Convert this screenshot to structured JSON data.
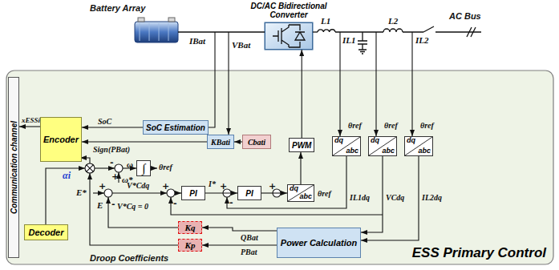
{
  "diagram": {
    "nodes": [
      {
        "text": [
          "DC/AC Bidirectional Converter"
        ]
      },
      {
        "text": [
          "ESS Primary Control"
        ]
      },
      {
        "text": [
          "Communication channel"
        ],
        "in": 1
      },
      {
        "text": [
          "Encoder"
        ],
        "in": 1
      },
      {
        "text": [
          "SoC Estimation"
        ],
        "in": 1
      },
      {
        "text": [
          "KBati"
        ],
        "in": 1
      },
      {
        "text": [
          "Cbati"
        ],
        "in": 1
      },
      {
        "text": [
          "Decoder"
        ],
        "in": 1
      },
      {
        "text": [
          "∫"
        ],
        "in": 1
      },
      {
        "text": [
          "PI"
        ],
        "in": 1
      },
      {
        "text": [
          "PI"
        ],
        "in": 1
      },
      {
        "text": [
          "dq",
          "abc"
        ],
        "in": 1
      },
      {
        "text": [
          "PWM"
        ],
        "in": 1
      },
      {
        "text": [
          "dq",
          "abc"
        ],
        "in": 1
      },
      {
        "text": [
          "dq",
          "abc"
        ],
        "in": 1
      },
      {
        "text": [
          "dq",
          "abc"
        ],
        "in": 1
      },
      {
        "text": [
          "Power Calculation"
        ],
        "in": 1
      },
      {
        "text": [
          "Kq"
        ],
        "in": 1
      },
      {
        "text": [
          "Kp"
        ],
        "in": 1
      }
    ],
    "edges": [
      {
        "from": 3,
        "to": 2,
        "arrow": "to",
        "label": "xESSi"
      },
      {
        "from": 4,
        "to": 3,
        "arrow": "to",
        "label": "SoC"
      },
      {
        "from": 6,
        "to": 5,
        "arrow": "to"
      },
      {
        "from": 5,
        "to": 3,
        "arrow": "to"
      },
      {
        "from": 9,
        "to": 10,
        "arrow": "to"
      },
      {
        "from": 10,
        "to": 11,
        "arrow": "to"
      },
      {
        "from": 11,
        "to": 12,
        "arrow": "to"
      },
      {
        "from": 12,
        "to": 0,
        "arrow": "to"
      },
      {
        "from": 16,
        "to": 17,
        "arrow": "to",
        "label": "QBat"
      },
      {
        "from": 16,
        "to": 18,
        "arrow": "to",
        "label": "PBat"
      },
      {
        "from": 14,
        "to": 16,
        "arrow": "to"
      },
      {
        "from": 15,
        "to": 16,
        "arrow": "to"
      }
    ],
    "labels": [
      "Battery Array",
      "IBat",
      "VBat",
      "L1",
      "L2",
      "IL1",
      "IL2",
      "AC Bus",
      "θref",
      "θref",
      "θref",
      "αi",
      "ω",
      "ω*",
      "θref",
      "E*",
      "E",
      "V*Cdq",
      "V*Cq = 0",
      "I*",
      "θref",
      "IL1dq",
      "VCdq",
      "IL2dq",
      "Droop Coefficients",
      "Sign(PBat)",
      "-",
      "+",
      "+",
      "-",
      "+",
      "-",
      "+",
      "-",
      "+"
    ]
  }
}
